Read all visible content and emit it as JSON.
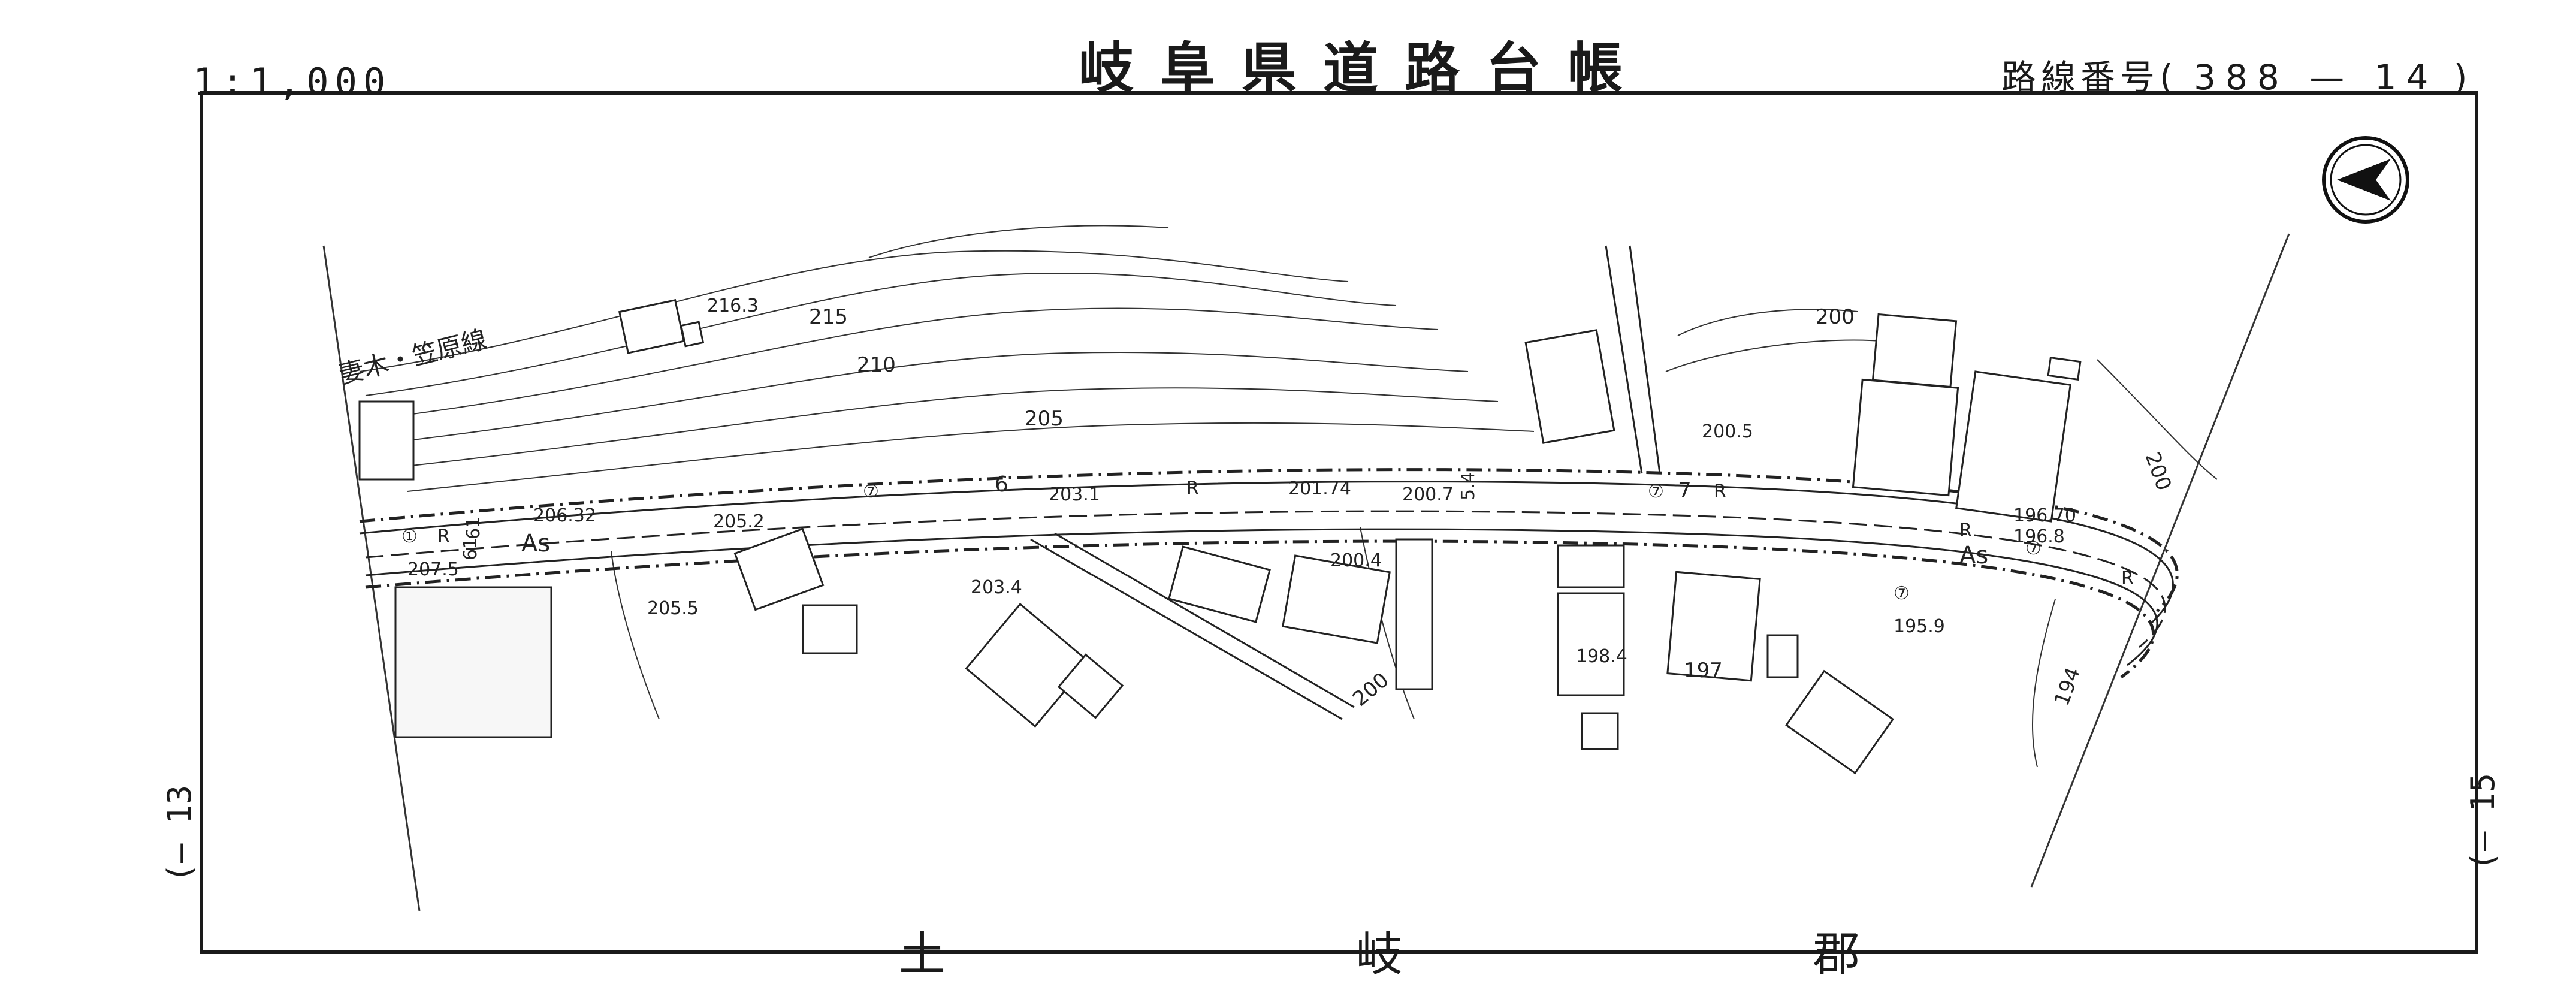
{
  "header": {
    "scale": "1:1,000",
    "title": "岐阜県道路台帳",
    "route_label": "路線番号(",
    "route_number": "388 — 14",
    "route_close": ")"
  },
  "sheet_refs": {
    "left": "(— 13",
    "right": "(— 15"
  },
  "footer_text": "土 岐 郡",
  "map": {
    "road_label": "妻木・笠原線",
    "contour_labels": [
      "215",
      "210",
      "205",
      "200",
      "200",
      "200",
      "197",
      "194"
    ],
    "spot_heights": [
      "216.3",
      "206.32",
      "205.2",
      "207.5",
      "205.5",
      "203.4",
      "203.1",
      "201.74",
      "200.7",
      "200.4",
      "200.5",
      "198.4",
      "196.70",
      "196.8",
      "195.9"
    ],
    "station_marks": [
      "6",
      "7"
    ],
    "surface_labels": [
      "As",
      "As"
    ],
    "right_of_way_marks": [
      "R",
      "R",
      "R",
      "R",
      "R"
    ],
    "circled_marks": [
      "①",
      "⑦",
      "⑦",
      "⑦",
      "⑦"
    ],
    "width_labels": [
      "5.4",
      "61",
      "61"
    ]
  },
  "north_arrow": "north-arrow"
}
